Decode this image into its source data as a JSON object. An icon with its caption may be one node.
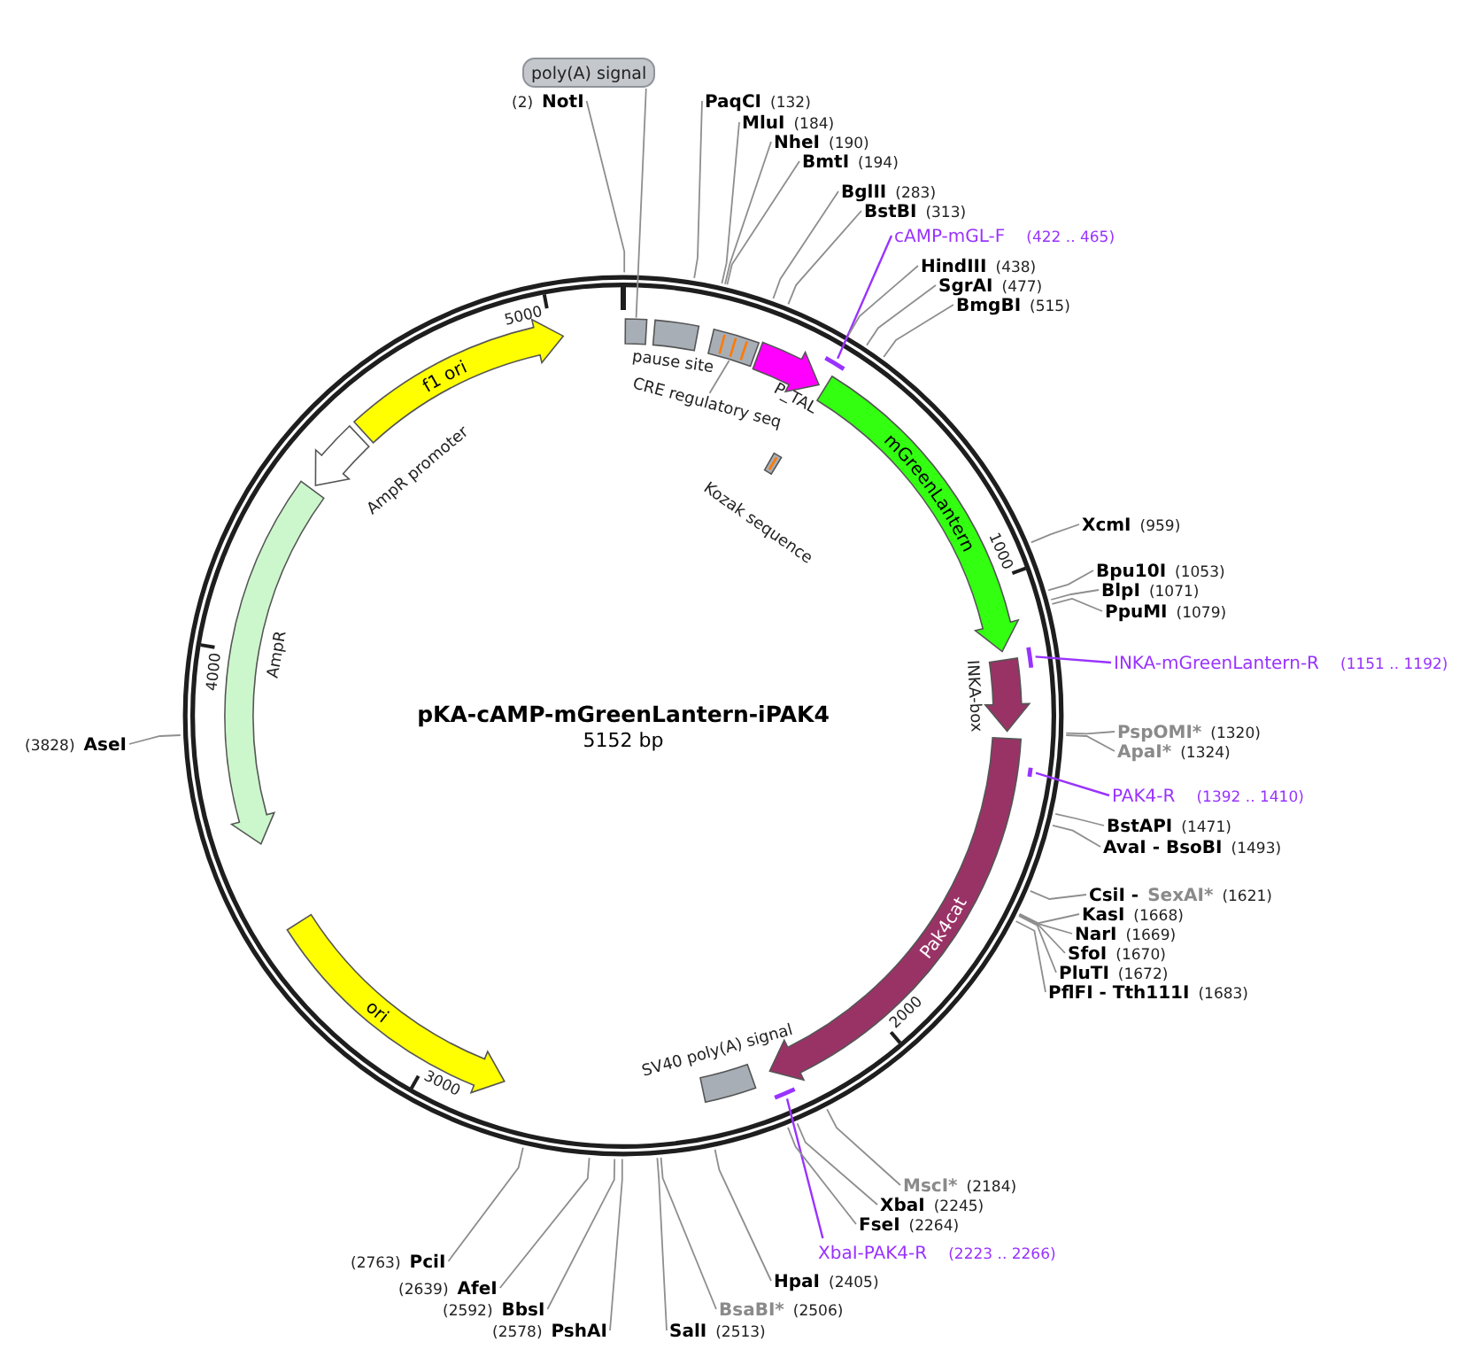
{
  "diagram": {
    "title": "pKA-cAMP-mGreenLantern-iPAK4",
    "nodes": [
      {
        "text": [
          "poly(A) signal"
        ]
      },
      {
        "text": [],
        "shape": "box"
      },
      {
        "text": [
          "(2)",
          "NotI"
        ]
      },
      {
        "text": [],
        "shape": "box",
        "beside": [
          "pause site"
        ]
      },
      {
        "text": [
          "PaqCI",
          "(132)"
        ]
      },
      {
        "text": [
          "MluI",
          "(184)"
        ]
      },
      {
        "text": [
          "NheI",
          "(190)"
        ]
      },
      {
        "text": [
          "BmtI",
          "(194)"
        ]
      },
      {
        "text": [
          "CRE regulatory seq"
        ]
      },
      {
        "text": [],
        "shape": "box"
      },
      {
        "text": [
          "BglII",
          "(283)"
        ]
      },
      {
        "text": [
          "BstBI",
          "(313)"
        ]
      },
      {
        "text": [],
        "shape": "arrow",
        "beside": [
          "P_TAL"
        ]
      },
      {
        "text": [
          "cAMP-mGL-F",
          "(422 .. 465)"
        ]
      },
      {
        "text": [],
        "shape": "bar"
      },
      {
        "text": [
          "HindIII",
          "(438)"
        ]
      },
      {
        "text": [
          "SgrAI",
          "(477)"
        ]
      },
      {
        "text": [
          "BmgBI",
          "(515)"
        ]
      },
      {
        "text": [],
        "shape": "box",
        "beside": [
          "Kozak sequence"
        ]
      },
      {
        "text": [
          "mGreenLantern"
        ]
      },
      {
        "text": [
          "XcmI",
          "(959)"
        ]
      },
      {
        "text": [
          "Bpu10I",
          "(1053)"
        ]
      },
      {
        "text": [
          "BlpI",
          "(1071)"
        ]
      },
      {
        "text": [
          "PpuMI",
          "(1079)"
        ]
      },
      {
        "text": [
          "INKA-mGreenLantern-R",
          "(1151 .. 1192)"
        ]
      },
      {
        "text": [],
        "shape": "bar"
      },
      {
        "text": [],
        "shape": "arrow",
        "beside": [
          "INKA-box"
        ]
      },
      {
        "text": [
          "PspOMI*",
          "(1320)"
        ]
      },
      {
        "text": [
          "ApaI*",
          "(1324)"
        ]
      },
      {
        "text": [
          "PAK4-R",
          "(1392 .. 1410)"
        ]
      },
      {
        "text": [],
        "shape": "bar"
      },
      {
        "text": [
          "Pak4cat"
        ]
      },
      {
        "text": [
          "BstAPI",
          "(1471)"
        ]
      },
      {
        "text": [
          "AvaI - BsoBI",
          "(1493)"
        ]
      },
      {
        "text": [
          "CsiI -",
          "SexAI*",
          "(1621)"
        ]
      },
      {
        "text": [
          "KasI",
          "(1668)"
        ]
      },
      {
        "text": [
          "NarI",
          "(1669)"
        ]
      },
      {
        "text": [
          "SfoI",
          "(1670)"
        ]
      },
      {
        "text": [
          "PluTI",
          "(1672)"
        ]
      },
      {
        "text": [
          "PflFI - Tth111I",
          "(1683)"
        ]
      },
      {
        "text": [],
        "shape": "box",
        "beside": [
          "SV40 poly(A) signal"
        ]
      },
      {
        "text": [
          "MscI*",
          "(2184)"
        ]
      },
      {
        "text": [
          "XbaI-PAK4-R",
          "(2223 .. 2266)"
        ]
      },
      {
        "text": [],
        "shape": "bar"
      },
      {
        "text": [
          "XbaI",
          "(2245)"
        ]
      },
      {
        "text": [
          "FseI",
          "(2264)"
        ]
      },
      {
        "text": [
          "HpaI",
          "(2405)"
        ]
      },
      {
        "text": [
          "BsaBI*",
          "(2506)"
        ]
      },
      {
        "text": [
          "SalI",
          "(2513)"
        ]
      },
      {
        "text": [
          "(2578)",
          "PshAI"
        ]
      },
      {
        "text": [
          "(2592)",
          "BbsI"
        ]
      },
      {
        "text": [
          "(2639)",
          "AfeI"
        ]
      },
      {
        "text": [
          "(2763)",
          "PciI"
        ]
      },
      {
        "text": [
          "ori"
        ]
      },
      {
        "text": [],
        "shape": "arrow",
        "beside": [
          "AmpR"
        ]
      },
      {
        "text": [
          "(3828)",
          "AseI"
        ]
      },
      {
        "text": [],
        "shape": "arrow",
        "beside": [
          "AmpR promoter"
        ]
      },
      {
        "text": [
          "f1 ori"
        ]
      }
    ],
    "edges": [
      {
        "from": 0,
        "to": 1,
        "arrow": "none"
      },
      {
        "from": 2,
        "to": null,
        "arrow": "none"
      },
      {
        "from": 4,
        "to": null,
        "arrow": "none"
      },
      {
        "from": 5,
        "to": null,
        "arrow": "none"
      },
      {
        "from": 6,
        "to": null,
        "arrow": "none"
      },
      {
        "from": 7,
        "to": null,
        "arrow": "none"
      },
      {
        "from": 8,
        "to": 9,
        "arrow": "none"
      },
      {
        "from": 10,
        "to": null,
        "arrow": "none"
      },
      {
        "from": 11,
        "to": null,
        "arrow": "none"
      },
      {
        "from": 13,
        "to": 14,
        "arrow": "none",
        "color": "#9933ff"
      },
      {
        "from": 15,
        "to": null,
        "arrow": "none"
      },
      {
        "from": 16,
        "to": null,
        "arrow": "none"
      },
      {
        "from": 17,
        "to": null,
        "arrow": "none"
      },
      {
        "from": 20,
        "to": null,
        "arrow": "none"
      },
      {
        "from": 21,
        "to": null,
        "arrow": "none"
      },
      {
        "from": 22,
        "to": null,
        "arrow": "none"
      },
      {
        "from": 23,
        "to": null,
        "arrow": "none"
      },
      {
        "from": 24,
        "to": 25,
        "arrow": "none",
        "color": "#9933ff"
      },
      {
        "from": 27,
        "to": null,
        "arrow": "none"
      },
      {
        "from": 28,
        "to": null,
        "arrow": "none"
      },
      {
        "from": 29,
        "to": 30,
        "arrow": "none",
        "color": "#9933ff"
      },
      {
        "from": 32,
        "to": null,
        "arrow": "none"
      },
      {
        "from": 33,
        "to": null,
        "arrow": "none"
      },
      {
        "from": 34,
        "to": null,
        "arrow": "none"
      },
      {
        "from": 35,
        "to": null,
        "arrow": "none"
      },
      {
        "from": 36,
        "to": null,
        "arrow": "none"
      },
      {
        "from": 37,
        "to": null,
        "arrow": "none"
      },
      {
        "from": 38,
        "to": null,
        "arrow": "none"
      },
      {
        "from": 39,
        "to": null,
        "arrow": "none"
      },
      {
        "from": 41,
        "to": null,
        "arrow": "none"
      },
      {
        "from": 42,
        "to": 43,
        "arrow": "none",
        "color": "#9933ff"
      },
      {
        "from": 44,
        "to": null,
        "arrow": "none"
      },
      {
        "from": 45,
        "to": null,
        "arrow": "none"
      },
      {
        "from": 46,
        "to": null,
        "arrow": "none"
      },
      {
        "from": 47,
        "to": null,
        "arrow": "none"
      },
      {
        "from": 48,
        "to": null,
        "arrow": "none"
      },
      {
        "from": 49,
        "to": null,
        "arrow": "none"
      },
      {
        "from": 50,
        "to": null,
        "arrow": "none"
      },
      {
        "from": 51,
        "to": null,
        "arrow": "none"
      },
      {
        "from": 52,
        "to": null,
        "arrow": "none"
      },
      {
        "from": 55,
        "to": null,
        "arrow": "none"
      }
    ],
    "labels": [
      "5000",
      "1000",
      "4000",
      "5152 bp",
      "2000",
      "3000"
    ]
  }
}
